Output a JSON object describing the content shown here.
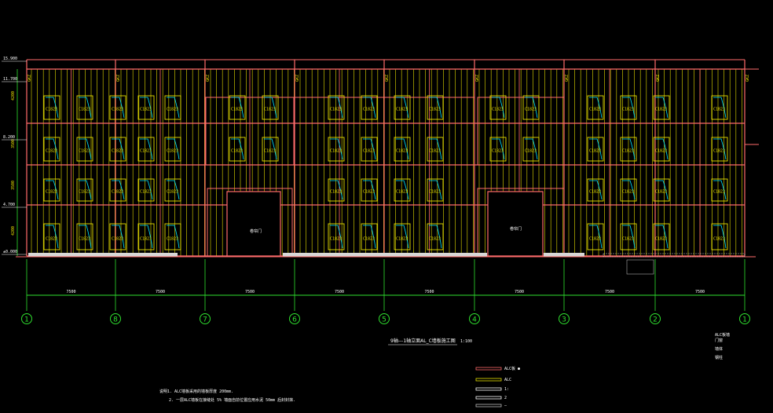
{
  "drawing": {
    "title": "9轴---1轴立面AL_C墙板施工图",
    "scale": "1:100",
    "notes": [
      "说明1. ALC墙板采用的墙板厚度 200mm.",
      "2. 一层ALC墙板在接缝处 5% 墙面自前位置应用水泥 50mm 后封封抹."
    ],
    "axis_labels": [
      "1",
      "8",
      "7",
      "6",
      "5",
      "4",
      "3",
      "2",
      "1"
    ],
    "bay_dims": [
      "7500",
      "7500",
      "7500",
      "7500",
      "7500",
      "7500",
      "7500",
      "7500"
    ],
    "vertical_dims": [
      "4200",
      "3500",
      "3500",
      "4200"
    ],
    "level_marks": [
      "15.900",
      "11.700",
      "8.200",
      "4.700",
      "±0.000"
    ],
    "legend_right": [
      "ALC板墙",
      "门窗",
      "墙体",
      "钢柱"
    ],
    "legend_bottom": [
      "ALC板 ●",
      "ALC",
      "1:",
      "2",
      "—"
    ],
    "door_label": "卷帘门",
    "col_tags": [
      "GKZ",
      "GKZ",
      "GKZ",
      "GKZ",
      "GKZ",
      "GKZ",
      "GKZ",
      "GKZ",
      "GKZ"
    ],
    "window_tag": "C1823",
    "colors": {
      "background": "#000000",
      "panel": "#e8e000",
      "column": "#ff6b6b",
      "axis": "#2fe02f",
      "window": "#00e5ff",
      "dim": "#ffffff"
    }
  }
}
